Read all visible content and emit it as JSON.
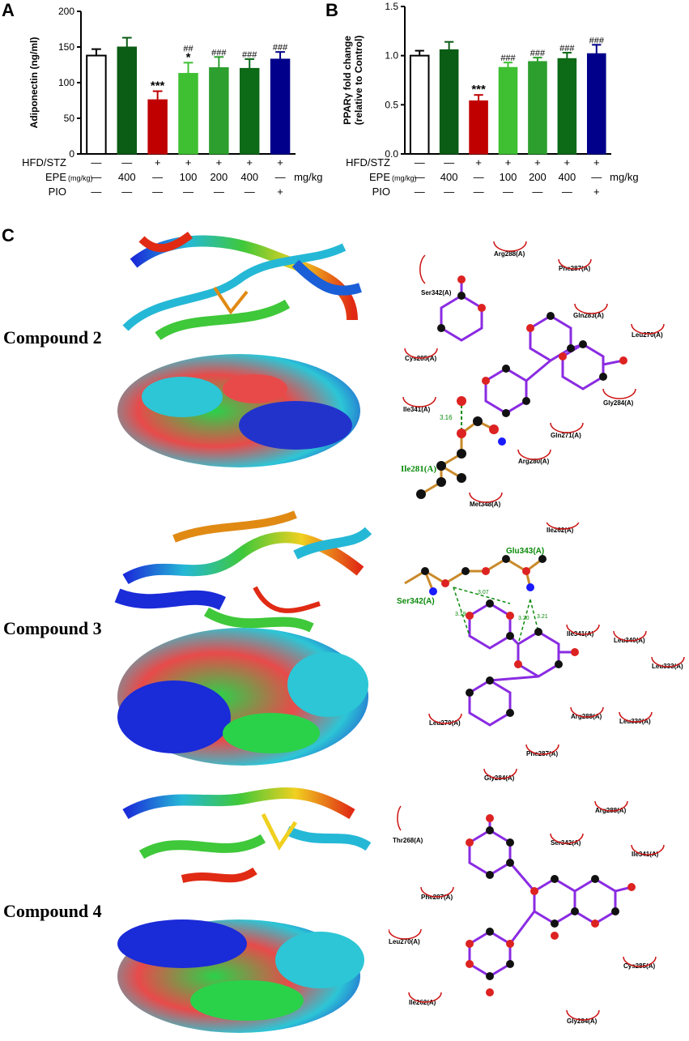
{
  "panels": {
    "a": "A",
    "b": "B",
    "c": "C"
  },
  "chart_data": [
    {
      "type": "bar",
      "ylabel": "Adiponectin (ng/ml)",
      "ylim": [
        0,
        200
      ],
      "yticks": [
        0,
        50,
        100,
        150,
        200
      ],
      "values": [
        138,
        150,
        76,
        113,
        121,
        120,
        133
      ],
      "errors": [
        9,
        13,
        12,
        15,
        15,
        13,
        10
      ],
      "colors": [
        "#ffffff",
        "#0b5c14",
        "#c00000",
        "#3fc032",
        "#2d9f2e",
        "#0d6a17",
        "#00008b"
      ],
      "annotations": [
        "",
        "",
        "***",
        "*",
        "",
        "",
        ""
      ],
      "annotations2": [
        "",
        "",
        "",
        "##",
        "###",
        "###",
        "###"
      ],
      "rows": [
        {
          "label": "HFD/STZ",
          "unit": "",
          "cells": [
            "—",
            "—",
            "+",
            "+",
            "+",
            "+",
            "+"
          ],
          "suffix": ""
        },
        {
          "label": "EPE",
          "unit": "(mg/kg)",
          "cells": [
            "—",
            "400",
            "—",
            "100",
            "200",
            "400",
            "—"
          ],
          "suffix": "mg/kg"
        },
        {
          "label": "PIO",
          "unit": "",
          "cells": [
            "—",
            "—",
            "—",
            "—",
            "—",
            "—",
            "+"
          ],
          "suffix": ""
        }
      ]
    },
    {
      "type": "bar",
      "ylabel": "PPARγ fold change",
      "ylabel2": "(relative to Control)",
      "ylim": [
        0,
        1.5
      ],
      "yticks": [
        "0.0",
        "0.5",
        "1.0",
        "1.5"
      ],
      "values": [
        1.0,
        1.06,
        0.54,
        0.88,
        0.94,
        0.97,
        1.02
      ],
      "errors": [
        0.05,
        0.08,
        0.06,
        0.05,
        0.04,
        0.06,
        0.09
      ],
      "colors": [
        "#ffffff",
        "#0b5c14",
        "#c00000",
        "#3fc032",
        "#2d9f2e",
        "#0d6a17",
        "#00008b"
      ],
      "annotations": [
        "",
        "",
        "***",
        "",
        "",
        "",
        ""
      ],
      "annotations2": [
        "",
        "",
        "",
        "###",
        "###",
        "###",
        "###"
      ],
      "rows": [
        {
          "label": "HFD/STZ",
          "unit": "",
          "cells": [
            "—",
            "—",
            "+",
            "+",
            "+",
            "+",
            "+"
          ],
          "suffix": ""
        },
        {
          "label": "EPE",
          "unit": "(mg/kg)",
          "cells": [
            "—",
            "400",
            "—",
            "100",
            "200",
            "400",
            "—"
          ],
          "suffix": "mg/kg"
        },
        {
          "label": "PIO",
          "unit": "",
          "cells": [
            "—",
            "—",
            "—",
            "—",
            "—",
            "—",
            "+"
          ],
          "suffix": ""
        }
      ]
    }
  ],
  "compounds": [
    {
      "label": "Compound 2",
      "hbond_residue": "Ile281(A)",
      "hbond_distance": "3.16",
      "residues": [
        "Arg288(A)",
        "Phe287(A)",
        "Ser342(A)",
        "Gln283(A)",
        "Leu270(A)",
        "Cys285(A)",
        "Gly284(A)",
        "Ile341(A)",
        "Gln271(A)",
        "Arg280(A)",
        "Met348(A)"
      ]
    },
    {
      "label": "Compound 3",
      "hbond_residues": [
        "Glu343(A)",
        "Ser342(A)"
      ],
      "hbond_distances": [
        "3.07",
        "3.19",
        "3.20",
        "3.21"
      ],
      "residues": [
        "Ile262(A)",
        "Ile341(A)",
        "Leu340(A)",
        "Leu333(A)",
        "Leu330(A)",
        "Leu270(A)",
        "Arg288(A)",
        "Phe287(A)",
        "Gly284(A)"
      ]
    },
    {
      "label": "Compound 4",
      "residues": [
        "Arg288(A)",
        "Thr268(A)",
        "Ser342(A)",
        "Ile341(A)",
        "Phe287(A)",
        "Leu270(A)",
        "Cys285(A)",
        "Ile262(A)",
        "Gly284(A)"
      ]
    }
  ],
  "colors": {
    "hbond": "#0a8a0a",
    "bond": "#8a2be2",
    "oxygen": "#dd2222",
    "carbon": "#111111",
    "nitrogen": "#1a1aff",
    "arc": "#cc1111"
  }
}
